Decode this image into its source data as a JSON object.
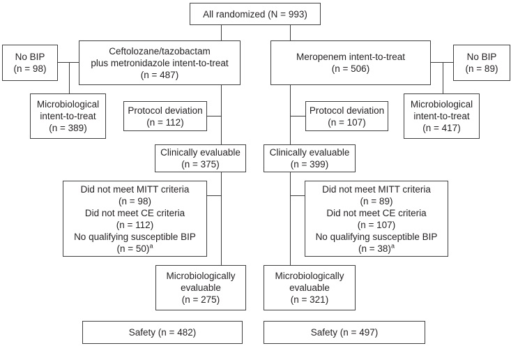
{
  "figure": {
    "background": "#ffffff",
    "border_color": "#3f3f3f",
    "line_color": "#3a3a3a",
    "text_color": "#231f20"
  },
  "nodes": {
    "all_randomized": {
      "lines": [
        "All randomized (N = 993)"
      ]
    },
    "ceftolozane_itt": {
      "lines": [
        "Ceftolozane/tazobactam",
        "plus metronidazole intent-to-treat",
        "(n = 487)"
      ]
    },
    "meropenem_itt": {
      "lines": [
        "Meropenem intent-to-treat",
        "(n = 506)"
      ]
    },
    "no_bip_left": {
      "lines": [
        "No BIP",
        "(n = 98)"
      ]
    },
    "no_bip_right": {
      "lines": [
        "No BIP",
        "(n = 89)"
      ]
    },
    "micro_itt_left": {
      "lines": [
        "Microbiological",
        "intent-to-treat",
        "(n = 389)"
      ]
    },
    "micro_itt_right": {
      "lines": [
        "Microbiological",
        "intent-to-treat",
        "(n = 417)"
      ]
    },
    "protocol_dev_left": {
      "lines": [
        "Protocol deviation",
        "(n = 112)"
      ]
    },
    "protocol_dev_right": {
      "lines": [
        "Protocol deviation",
        "(n = 107)"
      ]
    },
    "clin_eval_left": {
      "lines": [
        "Clinically evaluable",
        "(n = 375)"
      ]
    },
    "clin_eval_right": {
      "lines": [
        "Clinically evaluable",
        "(n = 399)"
      ]
    },
    "exclusions_left": {
      "lines": [
        "Did not meet MITT criteria",
        "(n = 98)",
        "Did not meet CE criteria",
        "(n = 112)",
        "No qualifying susceptible BIP",
        "(n = 50)"
      ],
      "footnote_marker": "a"
    },
    "exclusions_right": {
      "lines": [
        "Did not meet MITT criteria",
        "(n = 89)",
        "Did not meet CE criteria",
        "(n = 107)",
        "No qualifying susceptible BIP",
        "(n = 38)"
      ],
      "footnote_marker": "a"
    },
    "micro_eval_left": {
      "lines": [
        "Microbiologically",
        "evaluable",
        "(n = 275)"
      ]
    },
    "micro_eval_right": {
      "lines": [
        "Microbiologically",
        "evaluable",
        "(n = 321)"
      ]
    },
    "safety_left": {
      "lines": [
        "Safety (n = 482)"
      ]
    },
    "safety_right": {
      "lines": [
        "Safety (n = 497)"
      ]
    }
  }
}
